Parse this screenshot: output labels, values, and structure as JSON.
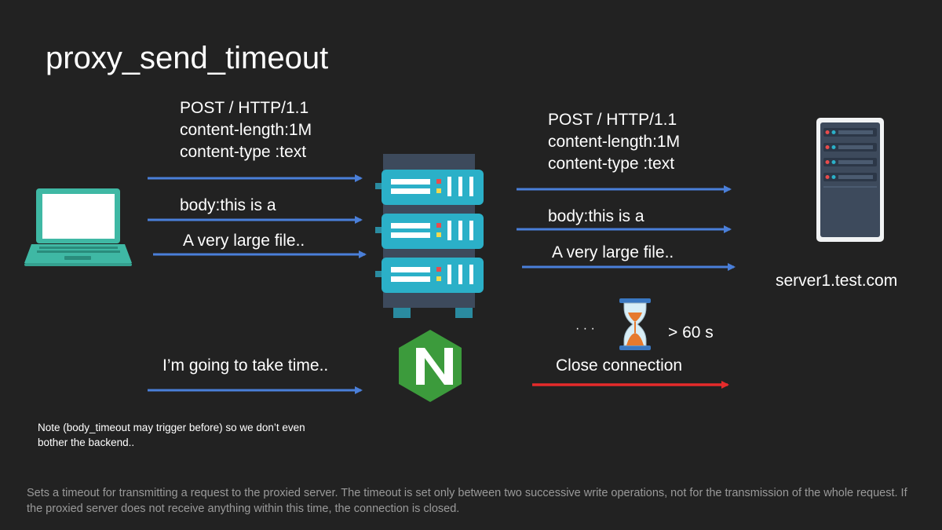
{
  "title": "proxy_send_timeout",
  "client_request": {
    "headers": [
      "POST / HTTP/1.1",
      "content-length:1M",
      "content-type :text"
    ],
    "body1": "body:this is a",
    "body2": "A very large file.."
  },
  "proxy_request": {
    "headers": [
      "POST / HTTP/1.1",
      "content-length:1M",
      "content-type :text"
    ],
    "body1": "body:this is a",
    "body2": "A very large file.."
  },
  "client_slow_message": "I’m going to take time..",
  "wait": {
    "dots": "· · ·",
    "duration": "> 60 s"
  },
  "close_message": "Close connection",
  "server_name": "server1.test.com",
  "note": "Note (body_timeout may trigger before) so we don’t even bother the backend..",
  "footer": "Sets a timeout for transmitting a request to the proxied server. The timeout is set only between two successive write operations, not for the transmission of the whole request. If the proxied server does not receive anything within this time, the connection is closed.",
  "colors": {
    "background": "#222222",
    "arrow": "#4a7fd9",
    "close_arrow": "#e52b2b",
    "nginx_green": "#3c9b3c",
    "rack": "#2bb0c8",
    "laptop": "#3fb8a4"
  },
  "icons": {
    "client": "laptop-icon",
    "proxy": "server-rack-icon",
    "nginx": "nginx-logo-icon",
    "backend": "server-tower-icon",
    "timer": "hourglass-icon"
  }
}
